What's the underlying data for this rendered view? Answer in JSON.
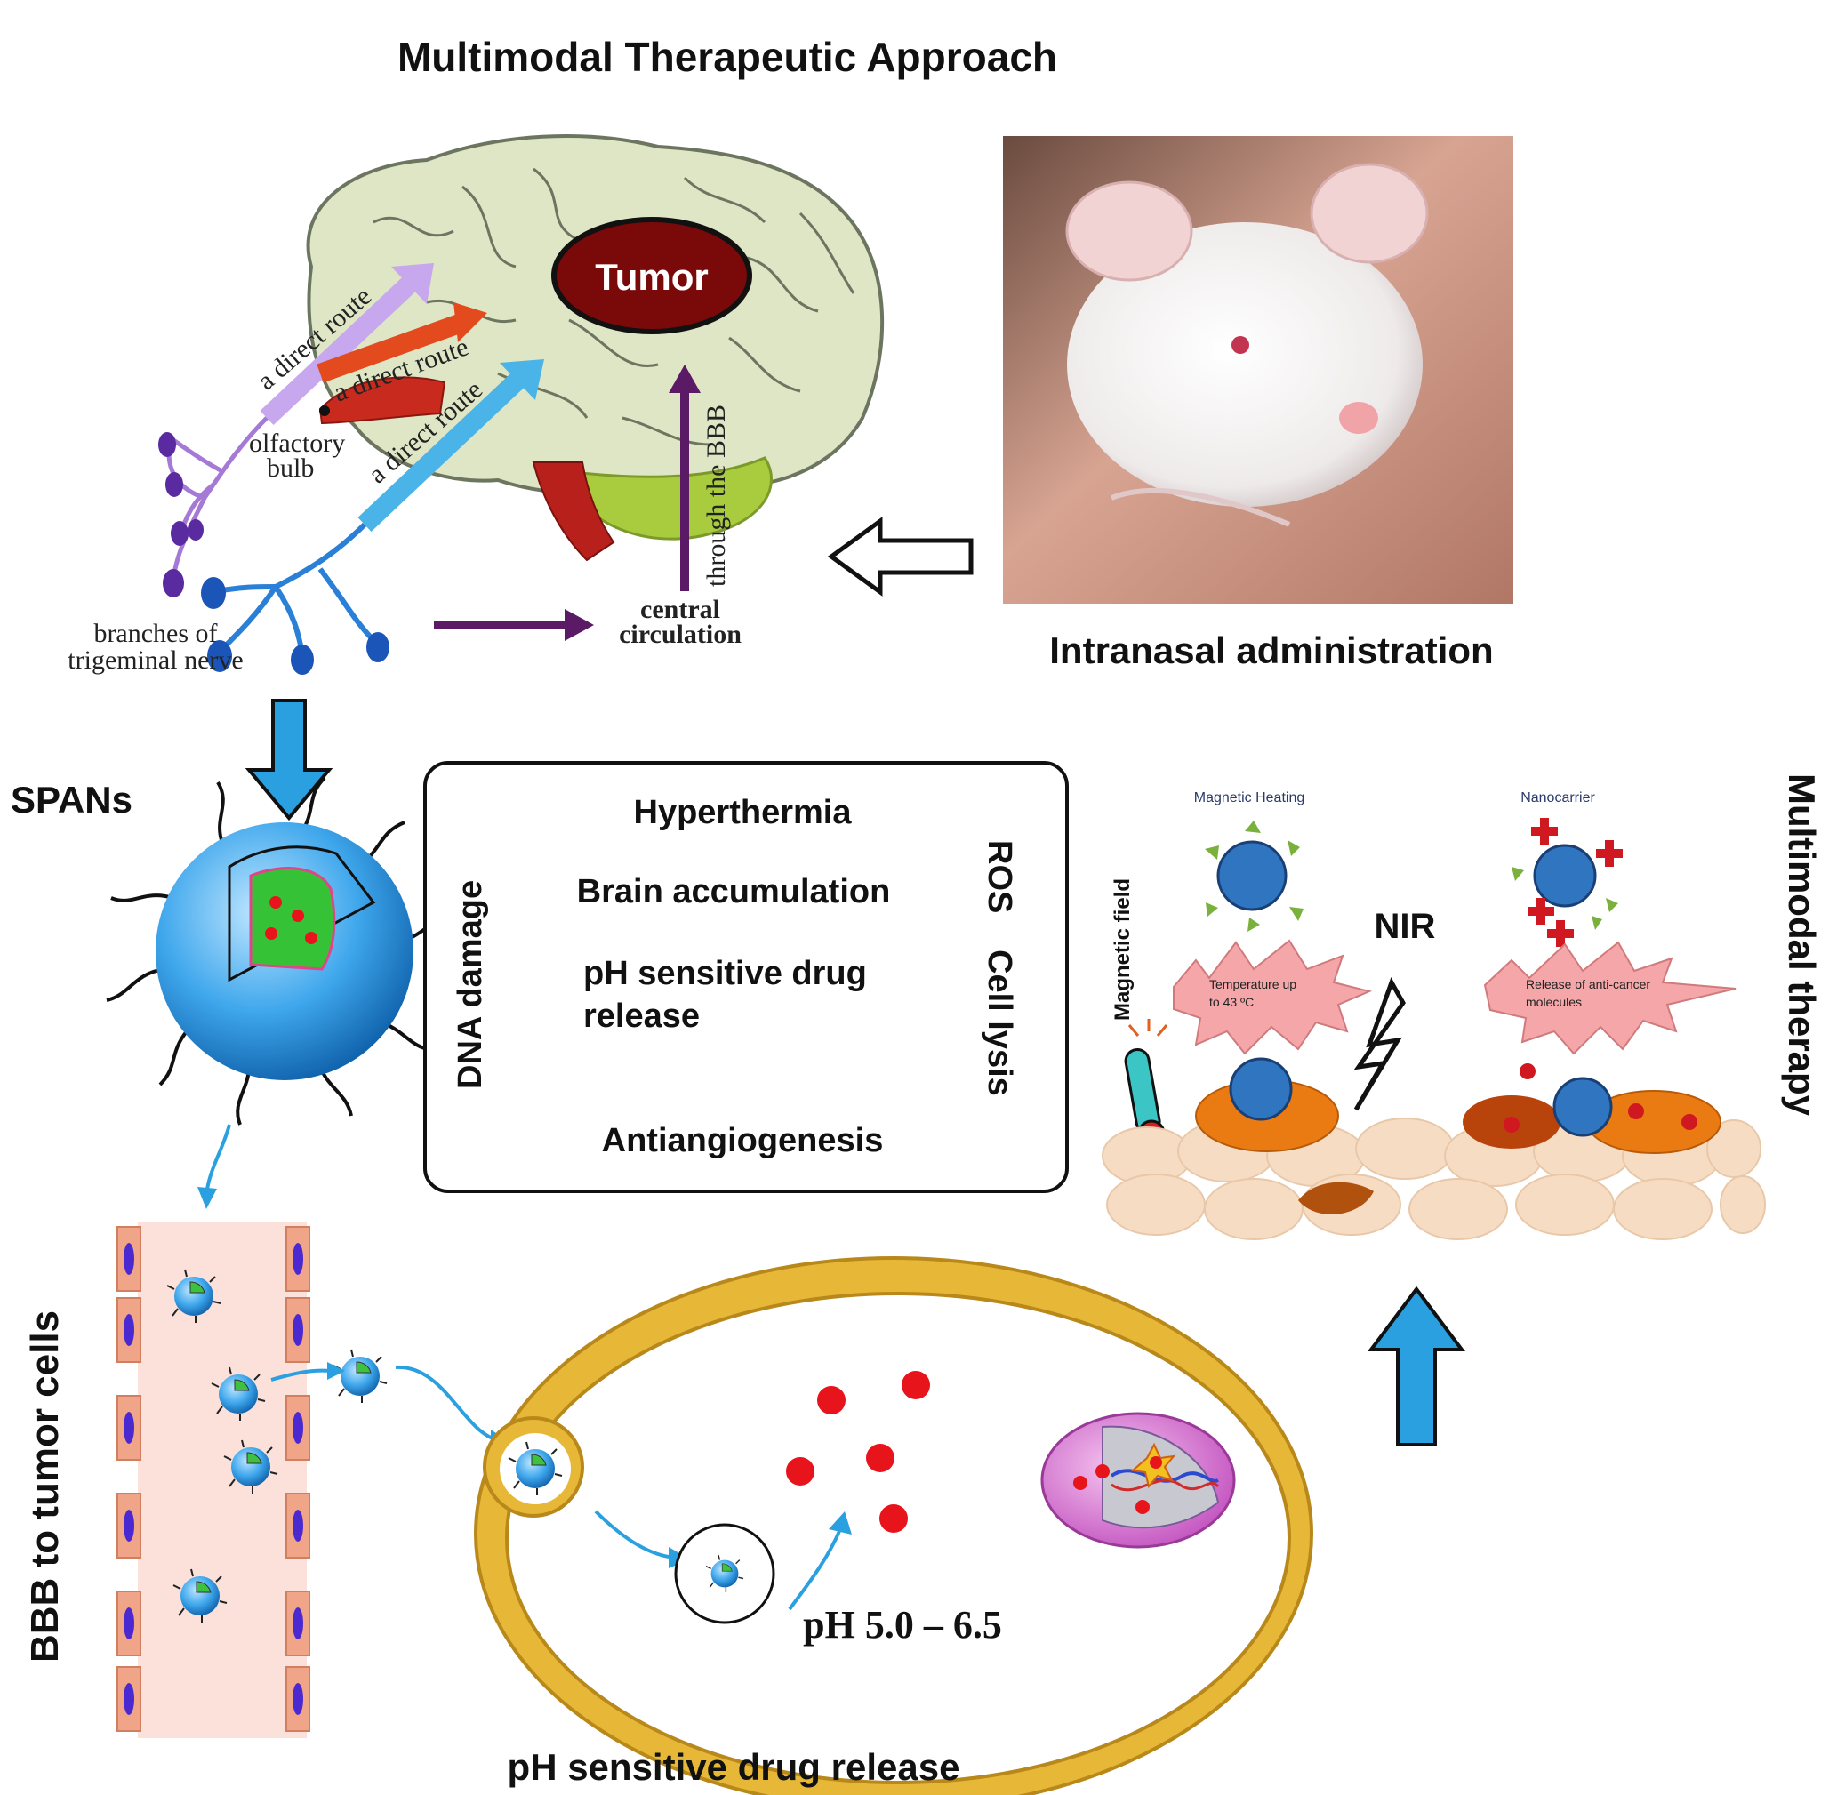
{
  "title": "Multimodal Therapeutic Approach",
  "brain": {
    "tumor_label": "Tumor",
    "routes": [
      "a direct route",
      "a direct route",
      "a direct route"
    ],
    "olfactory_bulb": [
      "olfactory",
      "bulb"
    ],
    "trigeminal": [
      "branches of",
      "trigeminal nerve"
    ],
    "central_circulation": [
      "central",
      "circulation"
    ],
    "through_bbb": "through the BBB"
  },
  "photo_caption": "Intranasal administration",
  "spans_label": "SPANs",
  "effects_box": {
    "left_vertical": "DNA damage",
    "right_vertical": [
      "ROS",
      "Cell lysis"
    ],
    "items": [
      "Hyperthermia",
      "Brain accumulation",
      "pH sensitive drug",
      "release",
      "Antiangiogenesis"
    ]
  },
  "therapy_panel": {
    "magnetic_heating": "Magnetic Heating",
    "nanocarrier": "Nanocarrier",
    "magnetic_field": "Magnetic field",
    "nir": "NIR",
    "temperature": [
      "Temperature up",
      "to 43 ºC"
    ],
    "release": [
      "Release of anti-cancer",
      "molecules"
    ]
  },
  "multimodal_therapy": "Multimodal therapy",
  "bbb_label": "BBB to tumor cells",
  "ph_range": "pH 5.0 – 6.5",
  "bottom_caption": "pH sensitive drug release",
  "colors": {
    "tumor": "#7a0a0a",
    "nano_blue": "#2f8fe0",
    "arrow_blue": "#2aa0e0",
    "purple_arrow": "#5b1a66",
    "cell_gold": "#e7b838",
    "drug_red": "#e8141c"
  }
}
